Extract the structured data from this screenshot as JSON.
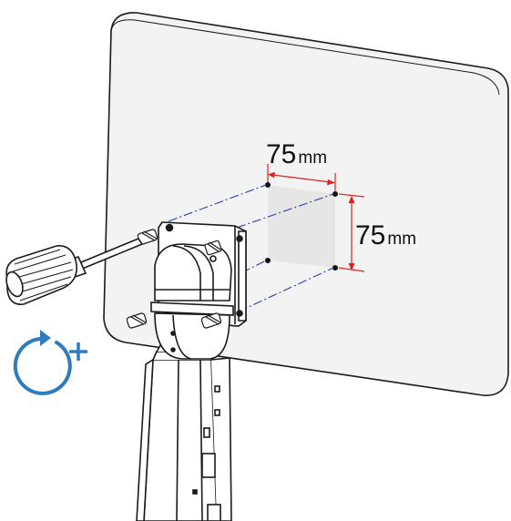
{
  "dimensions": {
    "width": {
      "value": "75",
      "unit": "mm"
    },
    "height": {
      "value": "75",
      "unit": "mm"
    }
  },
  "colors": {
    "outline": "#1a1a1a",
    "panel_fill": "#f1f1f1",
    "vesa_square": "#e6e6e6",
    "dimension_line": "#e02020",
    "guide_line": "#2b3fb0",
    "rotate_icon": "#2f7bbf"
  },
  "icons": {
    "rotate_tighten": "rotate-clockwise-plus-icon",
    "tool": "screwdriver-icon"
  }
}
